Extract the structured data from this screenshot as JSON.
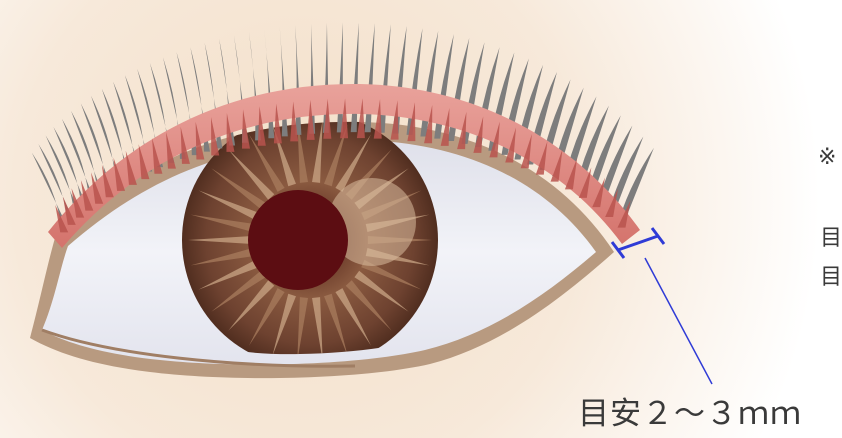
{
  "annotation": {
    "measure_label": "目安２～３ｍｍ",
    "note_mark": "※",
    "note_line_1": "目",
    "note_line_2": "目"
  },
  "colors": {
    "background_warm": "#f3dfc8",
    "lash_base": "#e7948f",
    "lash_dark": "#b8544e",
    "lashes": "#7d7d7d",
    "sclera": "#ecedf3",
    "eye_outline": "#b89a80",
    "iris_outer": "#7a4a33",
    "iris_light": "#c9a585",
    "pupil": "#5c0d12",
    "measure_line": "#2f3bd6"
  },
  "icons": [
    "eye-illustration"
  ]
}
